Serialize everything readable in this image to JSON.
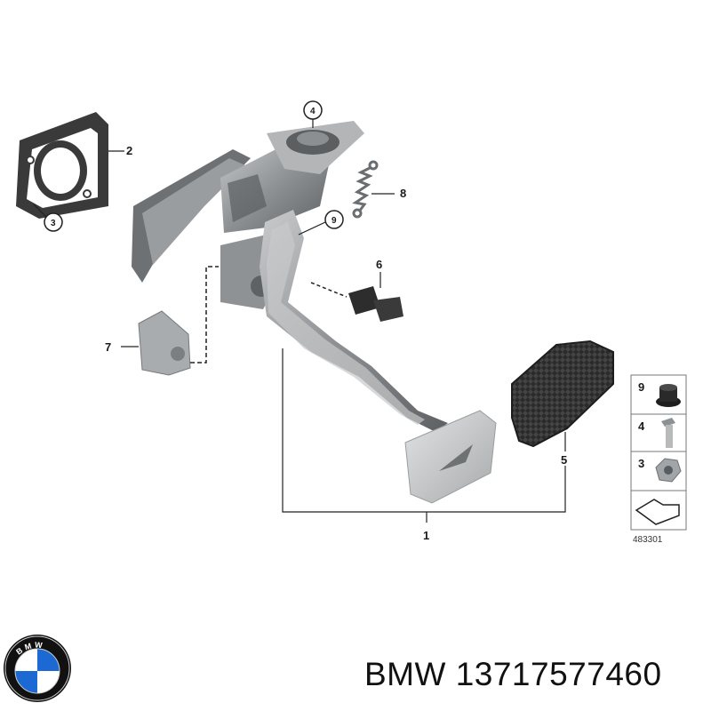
{
  "callouts": [
    {
      "label": "1"
    },
    {
      "label": "2"
    },
    {
      "label": "3"
    },
    {
      "label": "4"
    },
    {
      "label": "5"
    },
    {
      "label": "6"
    },
    {
      "label": "7"
    },
    {
      "label": "8"
    },
    {
      "label": "9"
    }
  ],
  "legend": [
    {
      "label": "9",
      "part": "rubber-bushing"
    },
    {
      "label": "4",
      "part": "bolt"
    },
    {
      "label": "3",
      "part": "hex-nut"
    }
  ],
  "diagram_id": "483301",
  "logo": {
    "text": "BMW",
    "colors": {
      "blue": "#1c69d4",
      "white": "#ffffff",
      "black": "#111111"
    }
  },
  "footer": {
    "text": "BMW 13717577460"
  }
}
